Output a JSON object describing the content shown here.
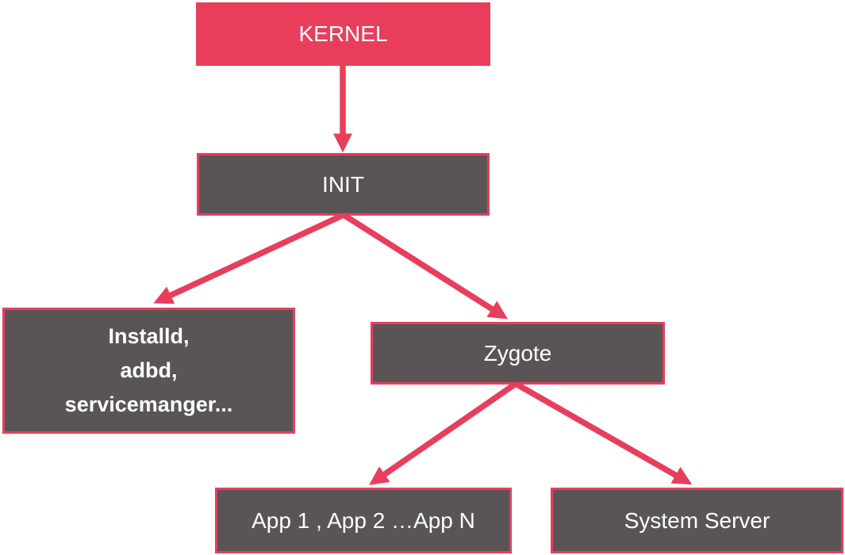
{
  "theme": {
    "accent": "#e83e5c",
    "node_fill": "#595556",
    "node_text": "#ffffff",
    "background": "#ffffff"
  },
  "nodes": {
    "kernel": {
      "label": "KERNEL"
    },
    "init": {
      "label": "INIT"
    },
    "daemons": {
      "label": "Installd,\nadbd,\nservicemanger..."
    },
    "zygote": {
      "label": "Zygote"
    },
    "apps": {
      "label": "App 1 , App 2 …App N"
    },
    "system_server": {
      "label": "System Server"
    }
  },
  "edges": [
    {
      "from": "kernel",
      "to": "init"
    },
    {
      "from": "init",
      "to": "daemons"
    },
    {
      "from": "init",
      "to": "zygote"
    },
    {
      "from": "zygote",
      "to": "apps"
    },
    {
      "from": "zygote",
      "to": "system_server"
    }
  ]
}
